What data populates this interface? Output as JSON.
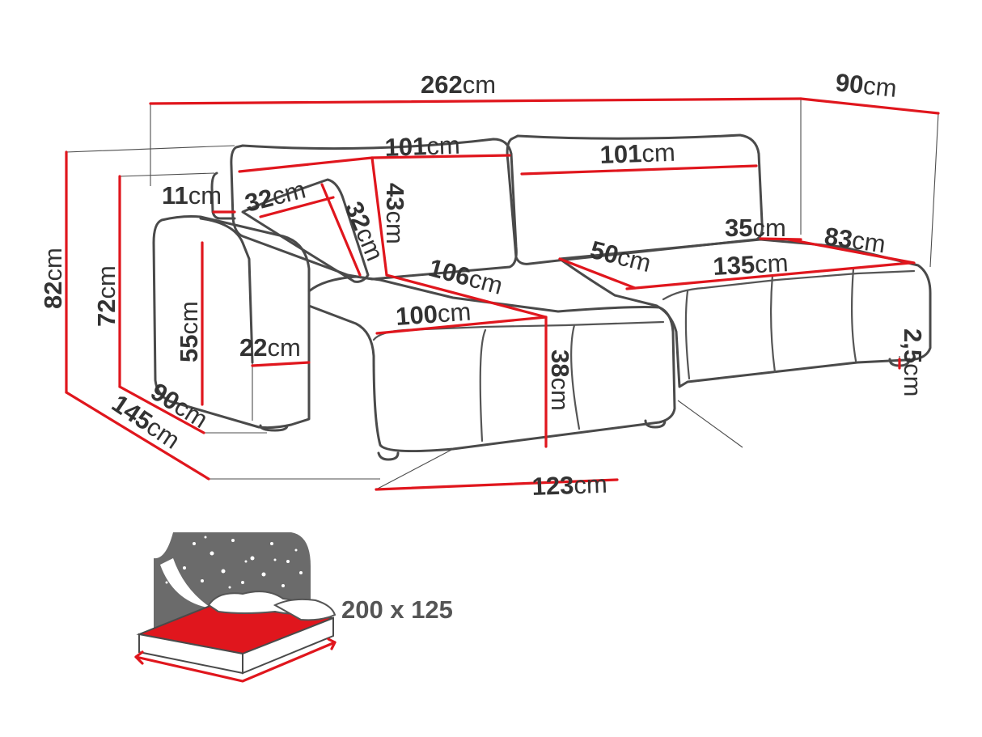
{
  "colors": {
    "dimension_line": "#e0161d",
    "outline": "#4a4a4a",
    "text": "#333333",
    "night_panel": "#6b6b6b",
    "mattress": "#e0161d"
  },
  "unit": "cm",
  "dimensions": {
    "total_length": "262",
    "depth_right": "90",
    "backrest_left_width": "101",
    "backrest_right_width": "101",
    "backrest_height": "43",
    "armrest_width": "11",
    "pillow_width": "32",
    "pillow_height": "32",
    "seat_diagonal": "106",
    "seat_front_width": "100",
    "seat_height": "38",
    "armrest_height": "55",
    "armrest_depth": "22",
    "seat_depth_right": "50",
    "seat_length_right": "135",
    "back_depth_right": "35",
    "seat_width_end": "83",
    "total_height": "82",
    "height_72": "72",
    "chaise_depth_90": "90",
    "chaise_length": "145",
    "chaise_width": "123",
    "leg_height": "2,5"
  },
  "bed": {
    "size_label": "200 x 125",
    "icon": "night-sky-stars-icon"
  }
}
